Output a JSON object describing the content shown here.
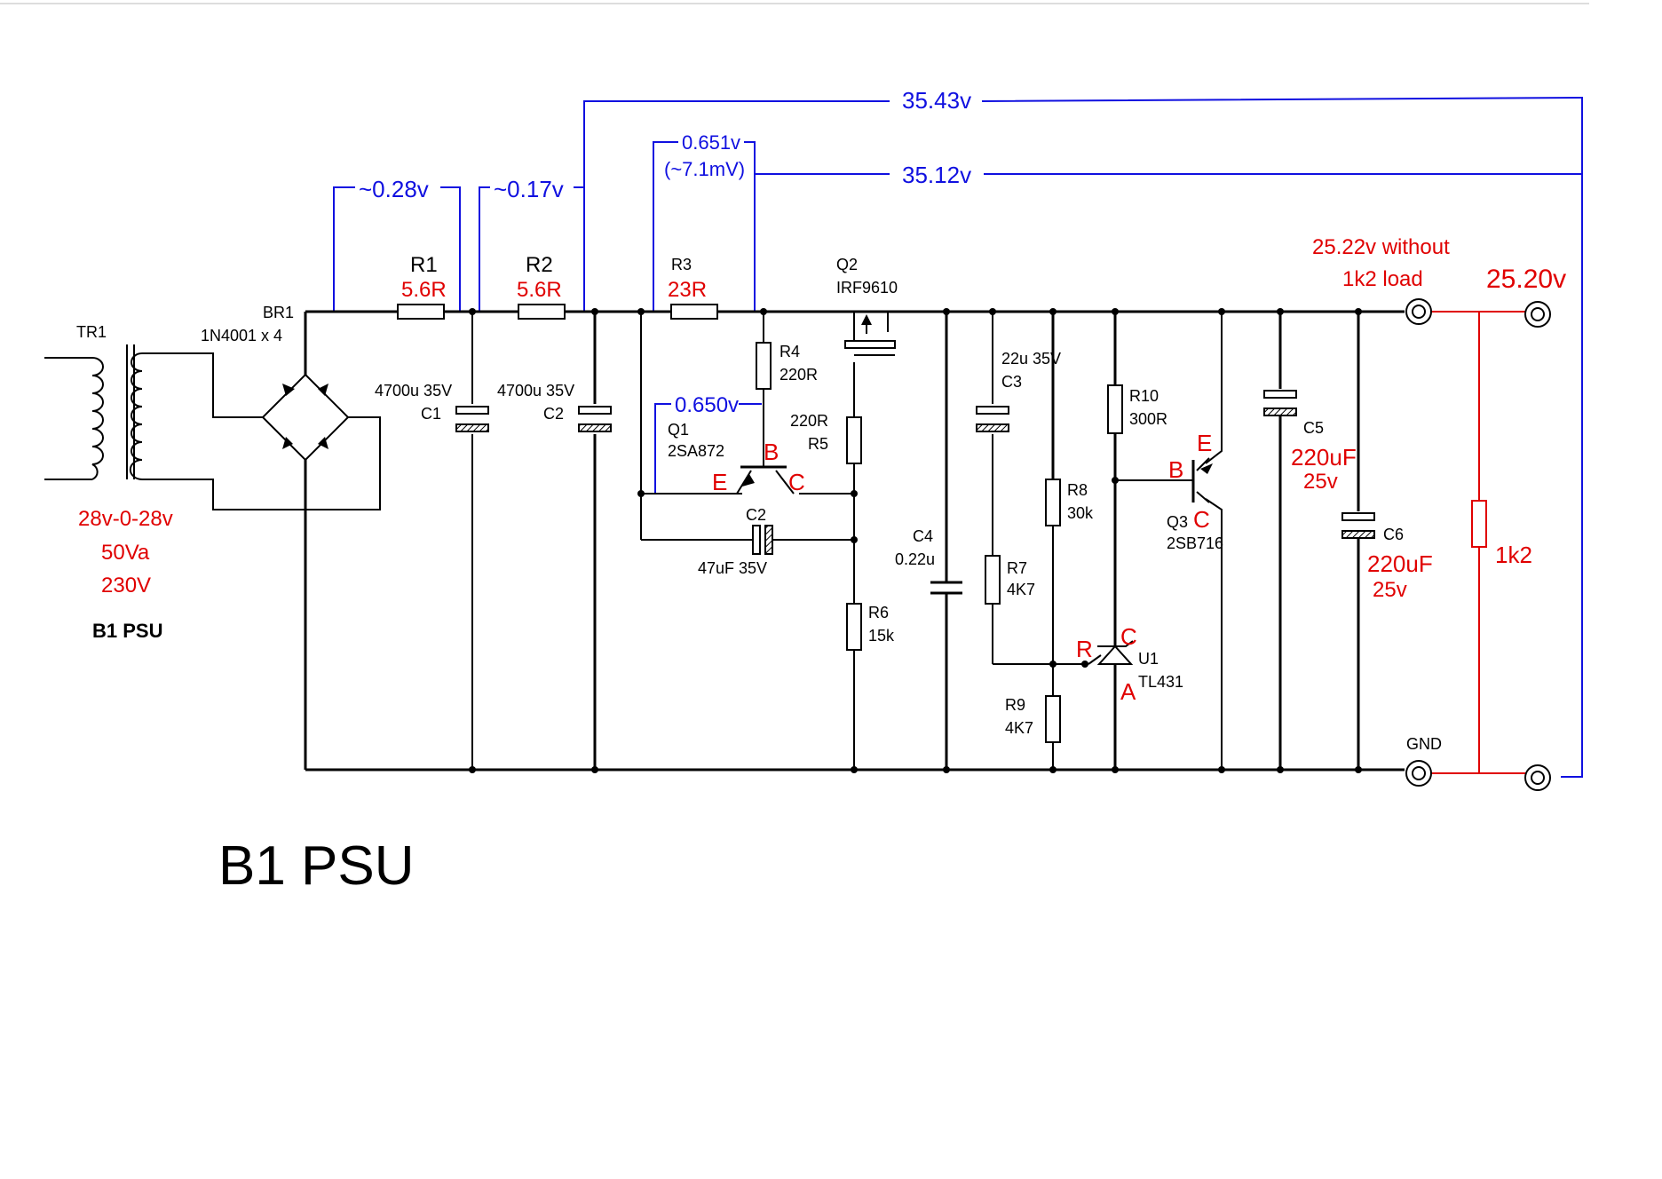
{
  "title": "B1 PSU",
  "colors": {
    "label": "#000000",
    "annotation_red": "#e00000",
    "annotation_blue": "#1010e0"
  },
  "transformer": {
    "ref": "TR1",
    "spec_line1": "28v-0-28v",
    "spec_line2": "50Va",
    "spec_line3": "230V",
    "caption": "B1 PSU"
  },
  "bridge": {
    "ref": "BR1",
    "part": "1N4001 x 4"
  },
  "resistors": {
    "r1": {
      "ref": "R1",
      "value": "5.6R"
    },
    "r2": {
      "ref": "R2",
      "value": "5.6R"
    },
    "r3": {
      "ref": "R3",
      "value": "23R"
    },
    "r4": {
      "ref": "R4",
      "value": "220R"
    },
    "r5": {
      "ref": "R5",
      "value": "220R"
    },
    "r6": {
      "ref": "R6",
      "value": "15k"
    },
    "r7": {
      "ref": "R7",
      "value": "4K7"
    },
    "r8": {
      "ref": "R8",
      "value": "30k"
    },
    "r9": {
      "ref": "R9",
      "value": "4K7"
    },
    "r10": {
      "ref": "R10",
      "value": "300R"
    },
    "load": {
      "value": "1k2"
    }
  },
  "capacitors": {
    "c1": {
      "ref": "C1",
      "value": "4700u 35V"
    },
    "c2a": {
      "ref": "C2",
      "value": "4700u 35V"
    },
    "c2b": {
      "ref": "C2",
      "value": "47uF 35V"
    },
    "c3": {
      "ref": "C3",
      "value": "22u 35V"
    },
    "c4": {
      "ref": "C4",
      "value": "0.22u"
    },
    "c5": {
      "ref": "C5",
      "value": "220uF",
      "voltage": "25v"
    },
    "c6": {
      "ref": "C6",
      "value": "220uF",
      "voltage": "25v"
    }
  },
  "transistors": {
    "q1": {
      "ref": "Q1",
      "part": "2SA872",
      "b": "B",
      "e": "E",
      "c": "C"
    },
    "q2": {
      "ref": "Q2",
      "part": "IRF9610"
    },
    "q3": {
      "ref": "Q3",
      "part": "2SB716",
      "b": "B",
      "e": "E",
      "c": "C"
    }
  },
  "regulator": {
    "ref": "U1",
    "part": "TL431",
    "r": "R",
    "c": "C",
    "a": "A"
  },
  "measurements": {
    "v_r1": "~0.28v",
    "v_r2": "~0.17v",
    "v_r3": "0.651v",
    "v_r3_current": "(~7.1mV)",
    "v_q1": "0.650v",
    "v_total": "35.43v",
    "v_after_r2": "35.12v",
    "v_out_noload": "25.22v without",
    "v_out_noload_2": "1k2 load",
    "v_out": "25.20v"
  },
  "terminals": {
    "gnd": "GND"
  }
}
